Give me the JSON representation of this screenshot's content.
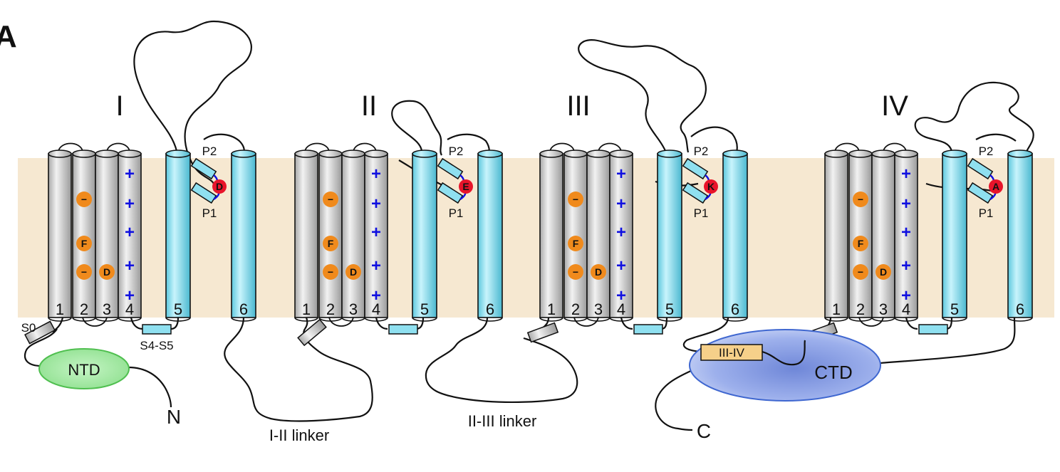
{
  "panel_label": "A",
  "domains": [
    {
      "numeral": "I",
      "selectivity_residue": "D"
    },
    {
      "numeral": "II",
      "selectivity_residue": "E"
    },
    {
      "numeral": "III",
      "selectivity_residue": "K"
    },
    {
      "numeral": "IV",
      "selectivity_residue": "A"
    }
  ],
  "segment_numbers": [
    "1",
    "2",
    "3",
    "4",
    "5",
    "6"
  ],
  "pore_labels": {
    "p1": "P1",
    "p2": "P2"
  },
  "sensor_residues": {
    "negative": "−",
    "f": "F",
    "d": "D"
  },
  "s4_charge": "+",
  "labels": {
    "s0": "S0",
    "s4s5": "S4-S5",
    "ntd": "NTD",
    "ctd": "CTD",
    "n_term": "N",
    "c_term": "C",
    "linker_1_2": "I-II linker",
    "linker_2_3": "II-III linker",
    "linker_3_4": "III-IV"
  },
  "colors": {
    "membrane": "#f6e8d1",
    "vsd_helix": "#d8d8d8",
    "pore_helix": "#8fe0f0",
    "residue_orange": "#f08a1c",
    "selectivity_red": "#e8142a",
    "charge_blue": "#1010e0",
    "ntd_green": "#9ee89e",
    "ctd_blue": "#8aa6e8",
    "linker_box": "#f6d08a"
  }
}
